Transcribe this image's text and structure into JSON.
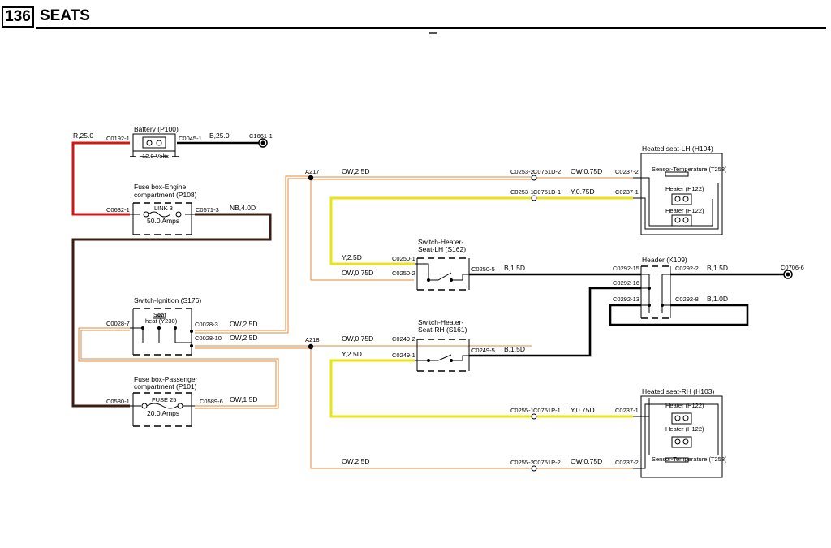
{
  "header": {
    "page_number": "136",
    "title": "SEATS"
  },
  "components": {
    "battery": "Battery (P100)",
    "battery_voltage": "12.0 Volts",
    "fuse_engine_l1": "Fuse box-Engine",
    "fuse_engine_l2": "compartment (P108)",
    "link_name": "LINK 3",
    "link_rating": "50.0 Amps",
    "switch_ign": "Switch-Ignition (S176)",
    "seat_heat_l1": "Seat",
    "seat_heat_l2": "heat (Y230)",
    "fuse_pass_l1": "Fuse box-Passenger",
    "fuse_pass_l2": "compartment (P101)",
    "fuse_name": "FUSE 25",
    "fuse_rating": "20.0 Amps",
    "sw_lh_l1": "Switch-Heater-",
    "sw_lh_l2": "Seat-LH (S162)",
    "sw_rh_l1": "Switch-Heater-",
    "sw_rh_l2": "Seat-RH (S161)",
    "heated_lh": "Heated seat-LH (H104)",
    "heated_rh": "Heated seat-RH (H103)",
    "sensor_lh": "Sensor-Temperature (T258)",
    "sensor_rh": "Sensor-Temperature (T258)",
    "heater_1": "Heater (H122)",
    "heater_2": "Heater (H122)",
    "heater_3": "Heater (H122)",
    "heater_4": "Heater (H122)",
    "header": "Header (K109)",
    "splice_a217": "A217",
    "splice_a218": "A218"
  },
  "connectors": {
    "c0192_1": "C0192-1",
    "c0045_1": "C0045-1",
    "c1661_1": "C1661-1",
    "c0632_1": "C0632-1",
    "c0571_3": "C0571-3",
    "c0028_7": "C0028-7",
    "c0028_3": "C0028-3",
    "c0028_10": "C0028-10",
    "c0580_1": "C0580-1",
    "c0589_6": "C0589-6",
    "c0253_2": "C0253-2",
    "c0751d_2": "C0751D-2",
    "c0237_2a": "C0237-2",
    "c0253_1": "C0253-1",
    "c0751d_1": "C0751D-1",
    "c0237_1a": "C0237-1",
    "c0250_1": "C0250-1",
    "c0250_2": "C0250-2",
    "c0250_5": "C0250-5",
    "c0249_2": "C0249-2",
    "c0249_1": "C0249-1",
    "c0249_5": "C0249-5",
    "c0292_15": "C0292-15",
    "c0292_16": "C0292-16",
    "c0292_13": "C0292-13",
    "c0292_2": "C0292-2",
    "c0292_8": "C0292-8",
    "c0706_6": "C0706-6",
    "c0255_1": "C0255-1",
    "c0751p_1": "C0751P-1",
    "c0237_1b": "C0237-1",
    "c0255_2": "C0255-2",
    "c0751p_2": "C0751P-2",
    "c0237_2b": "C0237-2"
  },
  "wires": {
    "r25": "R,25.0",
    "b25": "B,25.0",
    "nb4": "NB,4.0D",
    "ow25_a": "OW,2.5D",
    "ow075_a": "OW,0.75D",
    "y075_a": "Y,0.75D",
    "y25_a": "Y,2.5D",
    "ow075_b": "OW,0.75D",
    "b15_a": "B,1.5D",
    "ow25_b": "OW,2.5D",
    "ow25_c": "OW,2.5D",
    "ow075_c": "OW,0.75D",
    "y25_b": "Y,2.5D",
    "b15_b": "B,1.5D",
    "ow15": "OW,1.5D",
    "b15_c": "B,1.5D",
    "b10": "B,1.0D",
    "y075_b": "Y,0.75D",
    "ow25_d": "OW,2.5D",
    "ow075_d": "OW,0.75D"
  },
  "colors": {
    "red": "#cc1a1a",
    "black": "#000000",
    "brown": "#3b1e12",
    "yellow": "#e8e418",
    "orange": "#e38a3a"
  }
}
